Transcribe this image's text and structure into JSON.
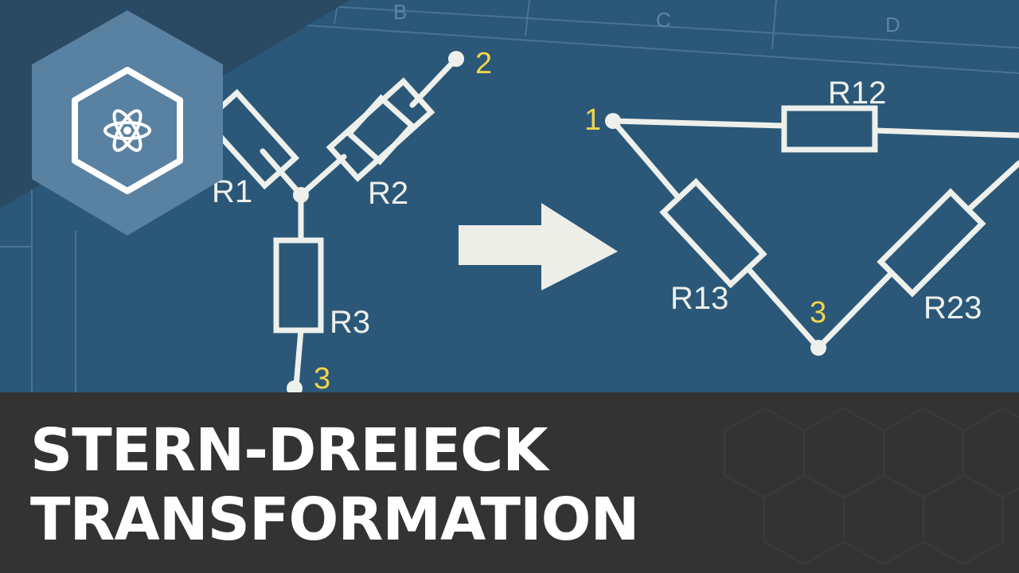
{
  "grid": {
    "columns": [
      "B",
      "C",
      "D"
    ]
  },
  "star": {
    "resistors": [
      "R1",
      "R2",
      "R3"
    ],
    "nodes": [
      "2",
      "3"
    ]
  },
  "delta": {
    "resistors": [
      "R12",
      "R13",
      "R23"
    ],
    "nodes": [
      "1",
      "3"
    ]
  },
  "title": {
    "line1": "STERN-DREIECK",
    "line2": "TRANSFORMATION"
  },
  "colors": {
    "background": "#2b5878",
    "circuit": "#eef0ec",
    "node_label": "#f1d44e",
    "banner": "#333333",
    "logo": "#5981a2"
  },
  "icons": [
    "atom-icon",
    "arrow-right-icon"
  ]
}
